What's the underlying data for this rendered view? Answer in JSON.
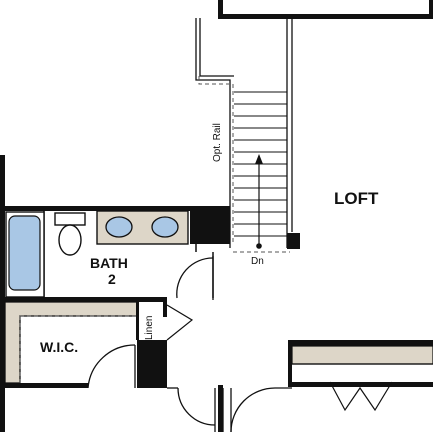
{
  "plan": {
    "rooms": {
      "loft": "LOFT",
      "bath_name": "BATH",
      "bath_number": "2",
      "wic": "W.I.C.",
      "linen": "Linen"
    },
    "stair": {
      "rail_note": "Opt. Rail",
      "direction": "Dn"
    }
  },
  "colors": {
    "wall": "#111111",
    "counter": "#ddd6c8",
    "fixture_blue": "#a9c7e5",
    "rail_dash": "#555555"
  },
  "icons": {
    "door_swing": "arc-swing",
    "stair_arrow": "arrow-up"
  }
}
